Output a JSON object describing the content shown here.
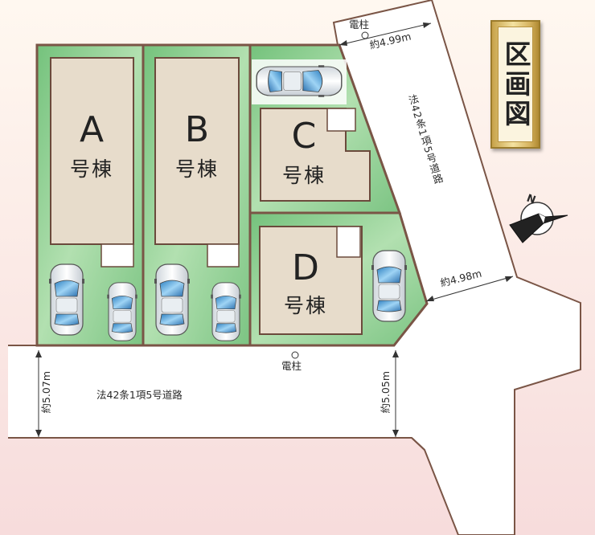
{
  "title": "区画図",
  "lots": [
    {
      "id": "A",
      "unit": "号棟"
    },
    {
      "id": "B",
      "unit": "号棟"
    },
    {
      "id": "C",
      "unit": "号棟"
    },
    {
      "id": "D",
      "unit": "号棟"
    }
  ],
  "roads": {
    "diagonal": {
      "label": "法42条1項5号道路",
      "width_top": "約4.99m",
      "width_bottom": "約4.98m"
    },
    "bottom": {
      "label": "法42条1項5号道路",
      "width_left": "約5.07m",
      "width_right": "約5.05m"
    }
  },
  "utility_poles": [
    {
      "label": "電柱"
    },
    {
      "label": "電柱"
    }
  ],
  "compass": {
    "north": "N"
  },
  "colors": {
    "lot_green": "#8ccf91",
    "building": "#e7dccb",
    "outline": "#7a5546",
    "road": "#ffffff",
    "bg_top": "#fff6ee",
    "bg_bottom": "#f6dcdc"
  }
}
